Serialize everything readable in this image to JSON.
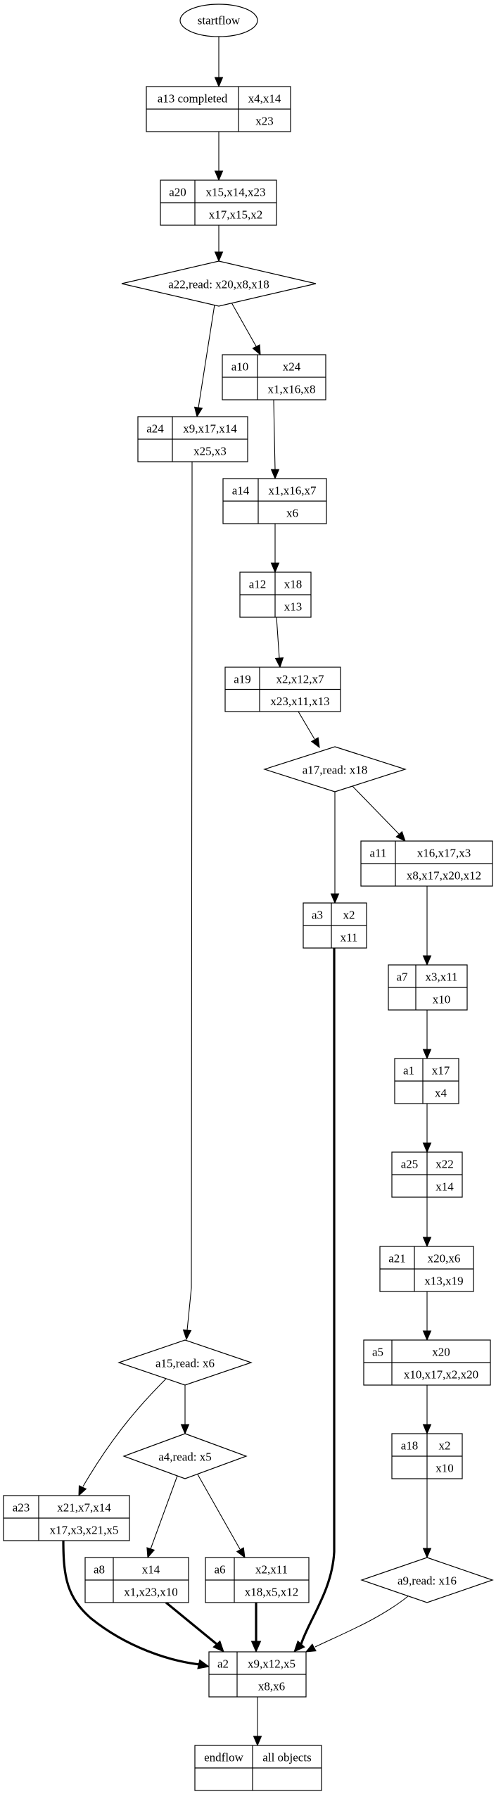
{
  "diagram": {
    "type": "workflow graph",
    "start": {
      "id": "startflow",
      "label": "startflow",
      "shape": "ellipse"
    },
    "nodes": [
      {
        "id": "a13",
        "shape": "record",
        "name": "a13 completed",
        "top": "x4,x14",
        "bottom": "x23"
      },
      {
        "id": "a20",
        "shape": "record",
        "name": "a20",
        "top": "x15,x14,x23",
        "bottom": "x17,x15,x2"
      },
      {
        "id": "a22",
        "shape": "diamond",
        "label": "a22,read: x20,x8,x18"
      },
      {
        "id": "a10",
        "shape": "record",
        "name": "a10",
        "top": "x24",
        "bottom": "x1,x16,x8"
      },
      {
        "id": "a24",
        "shape": "record",
        "name": "a24",
        "top": "x9,x17,x14",
        "bottom": "x25,x3"
      },
      {
        "id": "a14",
        "shape": "record",
        "name": "a14",
        "top": "x1,x16,x7",
        "bottom": "x6"
      },
      {
        "id": "a12",
        "shape": "record",
        "name": "a12",
        "top": "x18",
        "bottom": "x13"
      },
      {
        "id": "a19",
        "shape": "record",
        "name": "a19",
        "top": "x2,x12,x7",
        "bottom": "x23,x11,x13"
      },
      {
        "id": "a17",
        "shape": "diamond",
        "label": "a17,read: x18"
      },
      {
        "id": "a11",
        "shape": "record",
        "name": "a11",
        "top": "x16,x17,x3",
        "bottom": "x8,x17,x20,x12"
      },
      {
        "id": "a3",
        "shape": "record",
        "name": "a3",
        "top": "x2",
        "bottom": "x11"
      },
      {
        "id": "a7",
        "shape": "record",
        "name": "a7",
        "top": "x3,x11",
        "bottom": "x10"
      },
      {
        "id": "a1",
        "shape": "record",
        "name": "a1",
        "top": "x17",
        "bottom": "x4"
      },
      {
        "id": "a25",
        "shape": "record",
        "name": "a25",
        "top": "x22",
        "bottom": "x14"
      },
      {
        "id": "a21",
        "shape": "record",
        "name": "a21",
        "top": "x20,x6",
        "bottom": "x13,x19"
      },
      {
        "id": "a5",
        "shape": "record",
        "name": "a5",
        "top": "x20",
        "bottom": "x10,x17,x2,x20"
      },
      {
        "id": "a18",
        "shape": "record",
        "name": "a18",
        "top": "x2",
        "bottom": "x10"
      },
      {
        "id": "a15",
        "shape": "diamond",
        "label": "a15,read: x6"
      },
      {
        "id": "a4",
        "shape": "diamond",
        "label": "a4,read: x5"
      },
      {
        "id": "a9",
        "shape": "diamond",
        "label": "a9,read: x16"
      },
      {
        "id": "a23",
        "shape": "record",
        "name": "a23",
        "top": "x21,x7,x14",
        "bottom": "x17,x3,x21,x5"
      },
      {
        "id": "a8",
        "shape": "record",
        "name": "a8",
        "top": "x14",
        "bottom": "x1,x23,x10"
      },
      {
        "id": "a6",
        "shape": "record",
        "name": "a6",
        "top": "x2,x11",
        "bottom": "x18,x5,x12"
      },
      {
        "id": "a2",
        "shape": "record",
        "name": "a2",
        "top": "x9,x12,x5",
        "bottom": "x8,x6"
      },
      {
        "id": "endflow",
        "shape": "record",
        "name": "endflow",
        "top": "all objects",
        "bottom": ""
      }
    ],
    "edges": [
      {
        "from": "startflow",
        "to": "a13",
        "bold": false
      },
      {
        "from": "a13",
        "to": "a20",
        "bold": false
      },
      {
        "from": "a20",
        "to": "a22",
        "bold": false
      },
      {
        "from": "a22",
        "to": "a24",
        "bold": false
      },
      {
        "from": "a22",
        "to": "a10",
        "bold": false
      },
      {
        "from": "a10",
        "to": "a14",
        "bold": false
      },
      {
        "from": "a14",
        "to": "a12",
        "bold": false
      },
      {
        "from": "a12",
        "to": "a19",
        "bold": false
      },
      {
        "from": "a19",
        "to": "a17",
        "bold": false
      },
      {
        "from": "a17",
        "to": "a3",
        "bold": false
      },
      {
        "from": "a17",
        "to": "a11",
        "bold": false
      },
      {
        "from": "a11",
        "to": "a7",
        "bold": false
      },
      {
        "from": "a7",
        "to": "a1",
        "bold": false
      },
      {
        "from": "a1",
        "to": "a25",
        "bold": false
      },
      {
        "from": "a25",
        "to": "a21",
        "bold": false
      },
      {
        "from": "a21",
        "to": "a5",
        "bold": false
      },
      {
        "from": "a5",
        "to": "a18",
        "bold": false
      },
      {
        "from": "a18",
        "to": "a9",
        "bold": false
      },
      {
        "from": "a24",
        "to": "a15",
        "bold": false
      },
      {
        "from": "a15",
        "to": "a23",
        "bold": false
      },
      {
        "from": "a15",
        "to": "a4",
        "bold": false
      },
      {
        "from": "a4",
        "to": "a8",
        "bold": false
      },
      {
        "from": "a4",
        "to": "a6",
        "bold": false
      },
      {
        "from": "a23",
        "to": "a2",
        "bold": true
      },
      {
        "from": "a8",
        "to": "a2",
        "bold": true
      },
      {
        "from": "a6",
        "to": "a2",
        "bold": true
      },
      {
        "from": "a3",
        "to": "a2",
        "bold": true
      },
      {
        "from": "a9",
        "to": "a2",
        "bold": false
      },
      {
        "from": "a2",
        "to": "endflow",
        "bold": false
      }
    ]
  }
}
